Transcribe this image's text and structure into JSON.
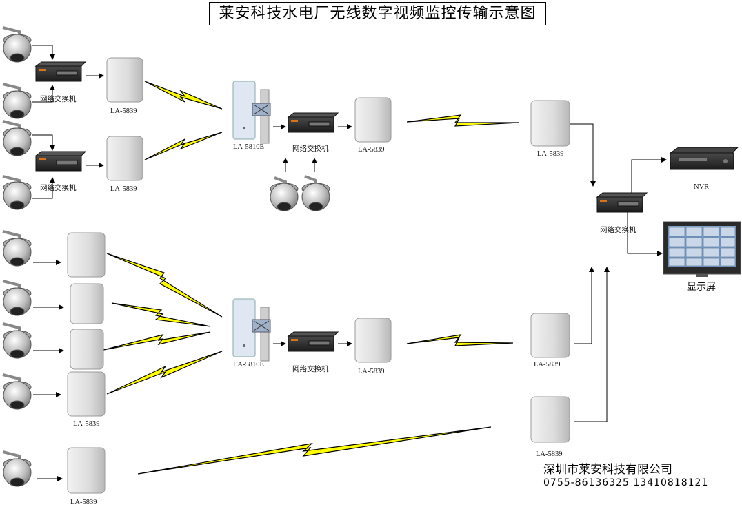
{
  "title": "莱安科技水电厂无线数字视频监控传输示意图",
  "labels": {
    "switch": "网络交换机",
    "antenna": "LA-5839",
    "base_station": "LA-5810E",
    "nvr": "NVR",
    "display": "显示屏"
  },
  "company": {
    "name": "深圳市莱安科技有限公司",
    "phone": "0755-86136325 13410818121"
  },
  "colors": {
    "link": "#ffff00",
    "line": "#000000"
  }
}
